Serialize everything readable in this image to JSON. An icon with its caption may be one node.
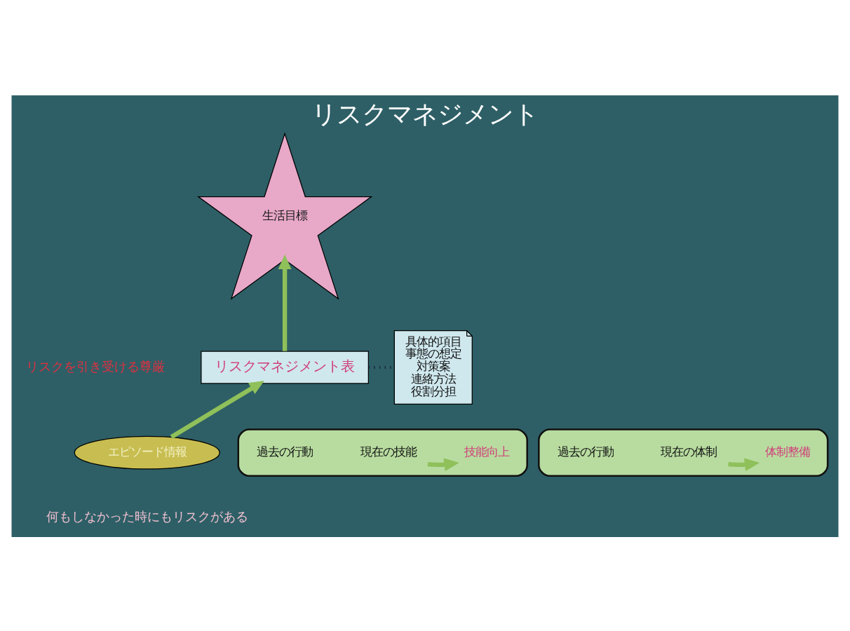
{
  "diagram": {
    "title": "リスクマネジメント",
    "nodes": [
      {
        "text": [
          "生活目標"
        ]
      },
      {
        "text": [
          "リスクマネジメント表"
        ]
      },
      {
        "text": [
          "具体的項目",
          "事態の想定",
          "対策案",
          "連絡方法",
          "役割分担"
        ]
      },
      {
        "text": [],
        "shape": "box"
      },
      {
        "text": [
          "過去の行動"
        ],
        "in": 3
      },
      {
        "text": [
          "現在の技能"
        ],
        "in": 3
      },
      {
        "text": [
          "技能向上"
        ],
        "in": 3
      },
      {
        "text": [
          "エピソード情報"
        ]
      },
      {
        "text": [],
        "shape": "box"
      },
      {
        "text": [
          "過去の行動"
        ],
        "in": 8
      },
      {
        "text": [
          "現在の体制"
        ],
        "in": 8
      },
      {
        "text": [
          "体制整備"
        ],
        "in": 8
      }
    ],
    "edges": [
      {
        "from": 1,
        "to": 0,
        "arrow": "to"
      },
      {
        "from": 7,
        "to": 1,
        "arrow": "to"
      },
      {
        "from": 1,
        "to": 2,
        "arrow": "none",
        "style": "dashed",
        "color": "#14213a"
      },
      {
        "from": 5,
        "to": 6,
        "arrow": "to"
      },
      {
        "from": 10,
        "to": 11,
        "arrow": "to"
      }
    ],
    "labels": [
      "リスクを引き受ける尊厳",
      "何もしなかった時にもリスクがある"
    ]
  }
}
